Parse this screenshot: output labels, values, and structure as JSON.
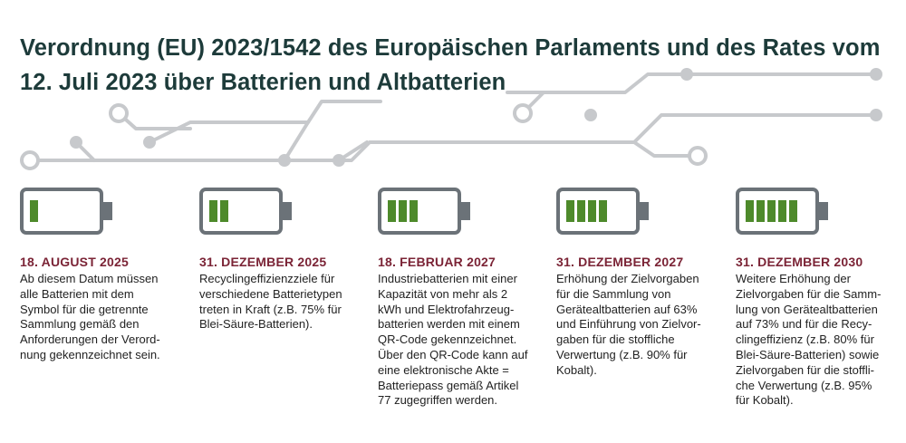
{
  "title": "Verordnung (EU) 2023/1542 des Europäischen Parlaments und des Rates vom 12. Juli 2023 über Batterien und Altbatterien",
  "colors": {
    "title": "#1d3b3a",
    "date": "#7b2436",
    "battery_body": "#6b7278",
    "battery_cell": "#4e8a2b",
    "circuit": "#c7c9cc"
  },
  "milestones": [
    {
      "date": "18. AUGUST 2025",
      "battery_level": 1,
      "battery_icon": "battery-1-bar-icon",
      "text": "Ab diesem Datum müssen\nalle Batterien mit dem\nSymbol für die getrennte\nSammlung gemäß den\nAnforderungen der Verord-\nnung gekennzeichnet sein."
    },
    {
      "date": "31. DEZEMBER 2025",
      "battery_level": 2,
      "battery_icon": "battery-2-bars-icon",
      "text": "Recyclingeffizienzziele für\nverschiedene Batterietypen\ntreten in Kraft (z.B. 75% für\nBlei-Säure-Batterien)."
    },
    {
      "date": "18. FEBRUAR 2027",
      "battery_level": 3,
      "battery_icon": "battery-3-bars-icon",
      "text": "Industriebatterien mit einer\nKapazität von mehr als 2\nkWh und Elektrofahrzeug-\nbatterien werden mit einem\nQR-Code gekennzeichnet.\nÜber den QR-Code kann auf\neine elektronische Akte =\nBatteriepass gemäß Artikel\n77 zugegriffen werden."
    },
    {
      "date": "31. DEZEMBER 2027",
      "battery_level": 4,
      "battery_icon": "battery-4-bars-icon",
      "text": "Erhöhung der Zielvorgaben\nfür die Sammlung von\nGerätealtbatterien auf 63%\nund Einführung von Zielvor-\ngaben für die stoffliche\nVerwertung (z.B. 90% für\nKobalt)."
    },
    {
      "date": "31. DEZEMBER 2030",
      "battery_level": 5,
      "battery_icon": "battery-5-bars-icon",
      "text": "Weitere Erhöhung der\nZielvorgaben für die Samm-\nlung von Gerätealtbatterien\nauf 73% und für die Recy-\nclingeffizienz (z.B. 80% für\nBlei-Säure-Batterien) sowie\nZielvorgaben für die stoffli-\nche Verwertung (z.B. 95%\nfür Kobalt)."
    }
  ]
}
